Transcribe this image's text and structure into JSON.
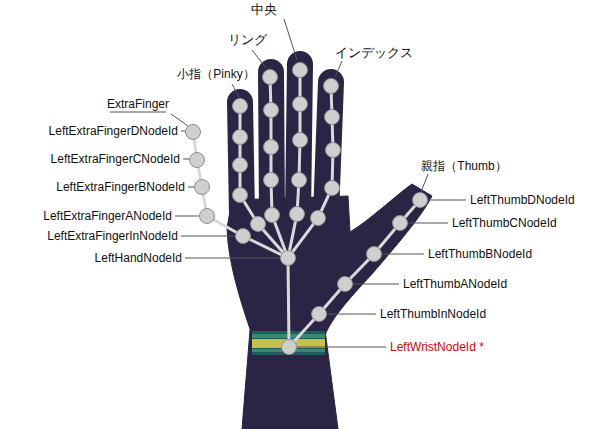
{
  "diagram": {
    "labels": [
      "中央",
      "リング",
      "インデックス",
      "小指（Pinky）",
      "ExtraFinger",
      "LeftExtraFingerDNodeId",
      "LeftExtraFingerCNodeId",
      "LeftExtraFingerBNodeId",
      "LeftExtraFingerANodeId",
      "LeftExtraFingerInNodeId",
      "LeftHandNodeId",
      "親指（Thumb）",
      "LeftThumbDNodeId",
      "LeftThumbCNodeId",
      "LeftThumbBNodeId",
      "LeftThumbANodeId",
      "LeftThumbInNodeId",
      "LeftWristNodeId *"
    ]
  }
}
